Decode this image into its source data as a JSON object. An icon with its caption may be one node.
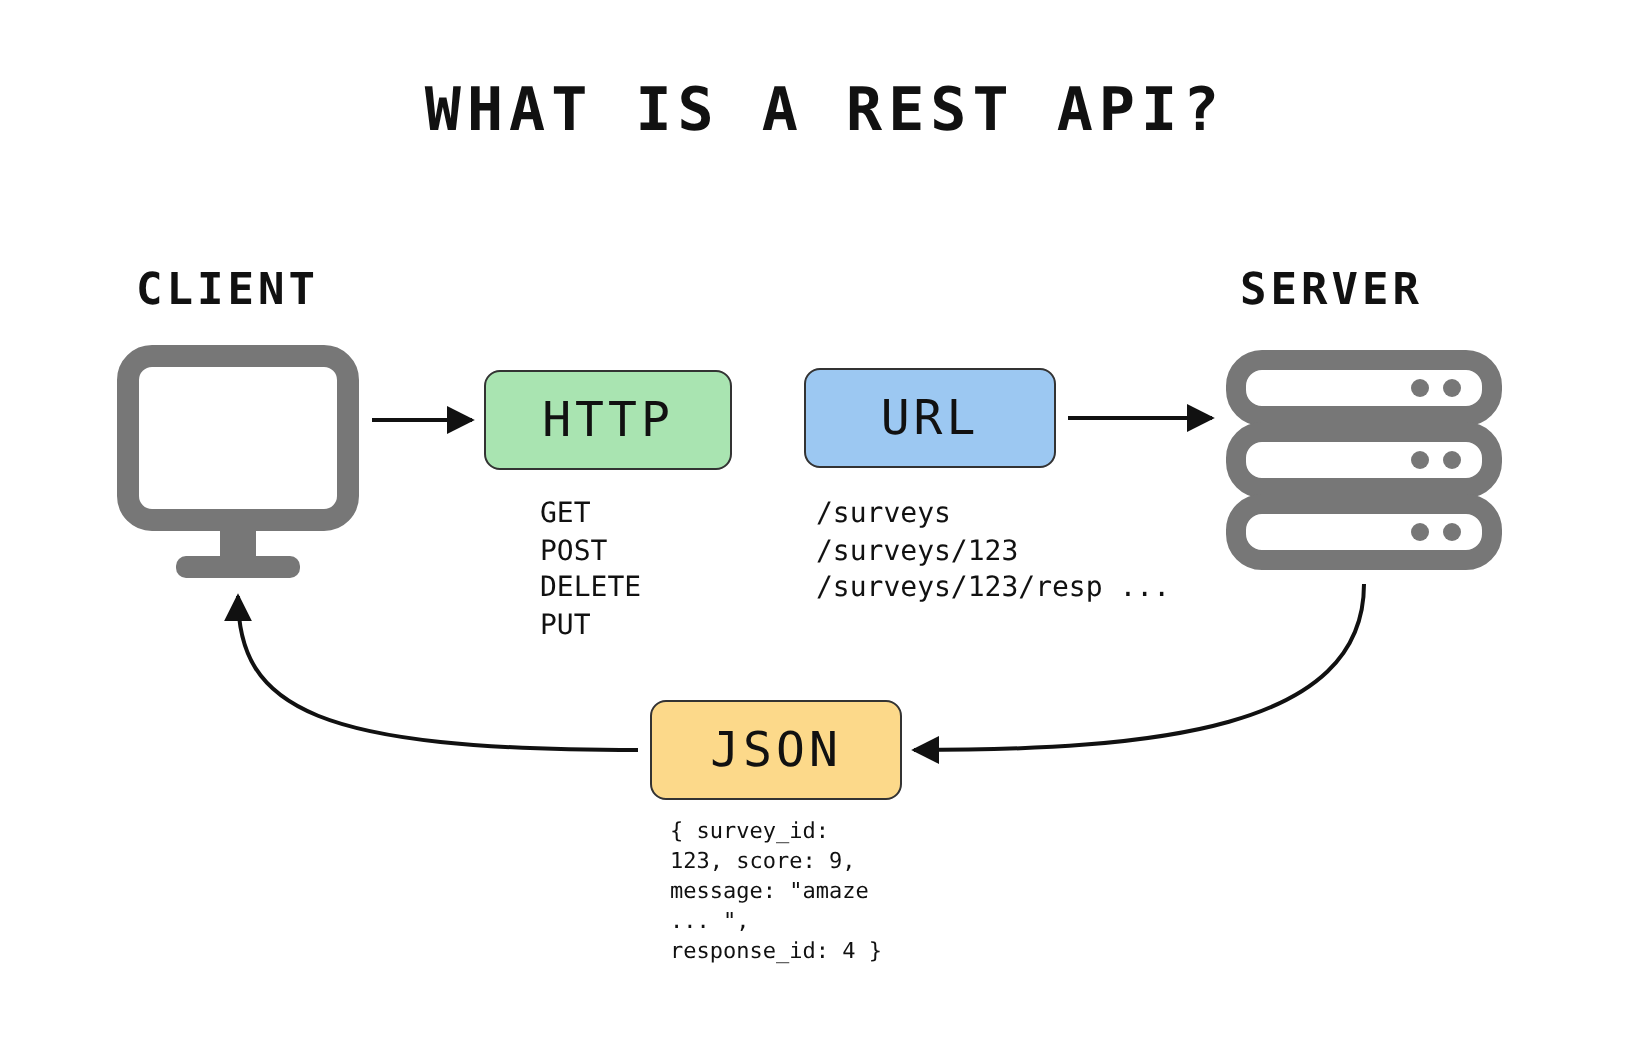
{
  "diagram": {
    "title": "WHAT IS A REST API?",
    "nodes": [
      {
        "text": [
          "CLIENT"
        ]
      },
      {
        "text": [
          "HTTP"
        ],
        "beside": [
          "GET",
          "POST",
          "DELETE",
          "PUT"
        ]
      },
      {
        "text": [
          "URL"
        ],
        "beside": [
          "/surveys",
          "/surveys/123",
          "/surveys/123/resp ..."
        ]
      },
      {
        "text": [
          "SERVER"
        ]
      },
      {
        "text": [
          "JSON"
        ],
        "beside": [
          "{ survey_id: 123, score: 9, message: \"amaze ... \", response_id: 4 }"
        ]
      }
    ],
    "edges": [
      {
        "from": 0,
        "to": 1,
        "arrow": "to"
      },
      {
        "from": 2,
        "to": 3,
        "arrow": "to"
      },
      {
        "from": 3,
        "to": 4,
        "arrow": "to"
      },
      {
        "from": 4,
        "to": 0,
        "arrow": "to"
      }
    ]
  }
}
